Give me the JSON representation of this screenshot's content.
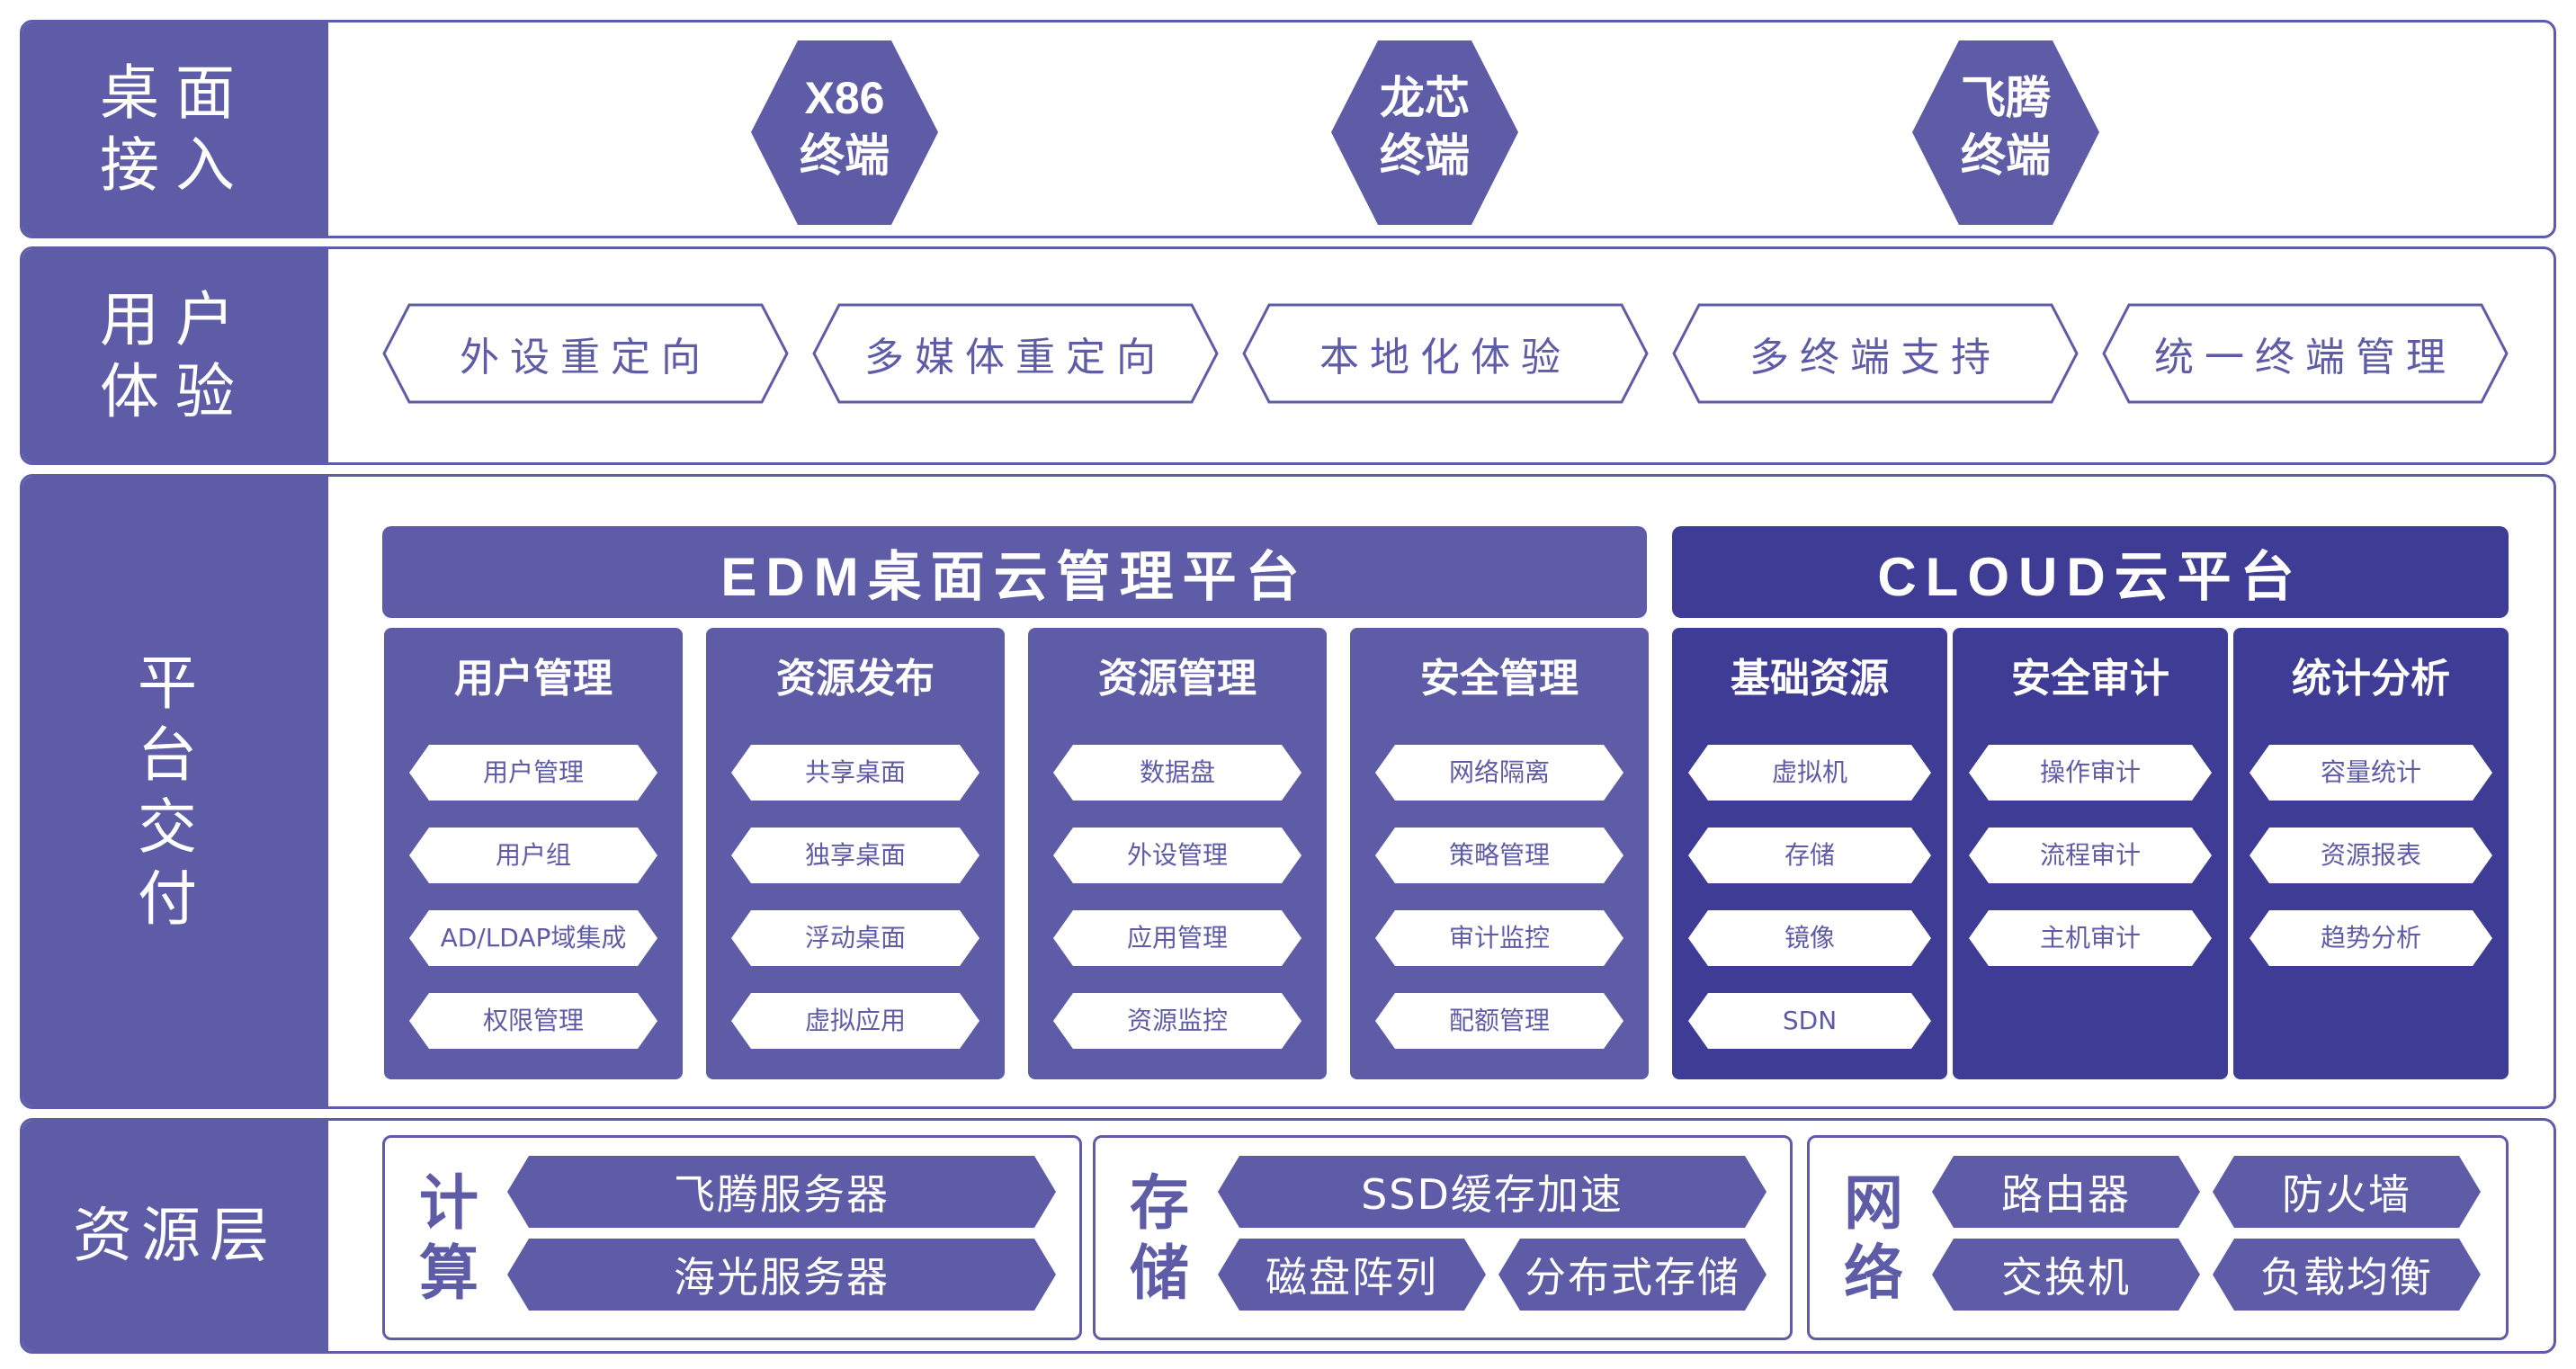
{
  "rows": {
    "desktop": {
      "title": "桌面\n接入",
      "terminals": [
        "X86\n终端",
        "龙芯\n终端",
        "飞腾\n终端"
      ]
    },
    "ux": {
      "title": "用户\n体验",
      "items": [
        "外设重定向",
        "多媒体重定向",
        "本地化体验",
        "多终端支持",
        "统一终端管理"
      ]
    },
    "platform": {
      "title": "平\n台\n交\n付",
      "edm": {
        "title": "EDM桌面云管理平台",
        "columns": [
          {
            "title": "用户管理",
            "items": [
              "用户管理",
              "用户组",
              "AD/LDAP域集成",
              "权限管理"
            ]
          },
          {
            "title": "资源发布",
            "items": [
              "共享桌面",
              "独享桌面",
              "浮动桌面",
              "虚拟应用"
            ]
          },
          {
            "title": "资源管理",
            "items": [
              "数据盘",
              "外设管理",
              "应用管理",
              "资源监控"
            ]
          },
          {
            "title": "安全管理",
            "items": [
              "网络隔离",
              "策略管理",
              "审计监控",
              "配额管理"
            ]
          }
        ]
      },
      "cloud": {
        "title": "CLOUD云平台",
        "columns": [
          {
            "title": "基础资源",
            "items": [
              "虚拟机",
              "存储",
              "镜像",
              "SDN"
            ]
          },
          {
            "title": "安全审计",
            "items": [
              "操作审计",
              "流程审计",
              "主机审计"
            ]
          },
          {
            "title": "统计分析",
            "items": [
              "容量统计",
              "资源报表",
              "趋势分析"
            ]
          }
        ]
      }
    },
    "resource": {
      "title": "资源层",
      "compute": {
        "label": "计\n算",
        "items": [
          "飞腾服务器",
          "海光服务器"
        ]
      },
      "storage": {
        "label": "存\n储",
        "items": [
          "SSD缓存加速",
          "磁盘阵列",
          "分布式存储"
        ]
      },
      "network": {
        "label": "网\n络",
        "items": [
          "路由器",
          "防火墙",
          "交换机",
          "负载均衡"
        ]
      }
    }
  },
  "colors": {
    "primary": "#5e5ca6",
    "dark": "#3f3c96",
    "background": "#ffffff"
  }
}
